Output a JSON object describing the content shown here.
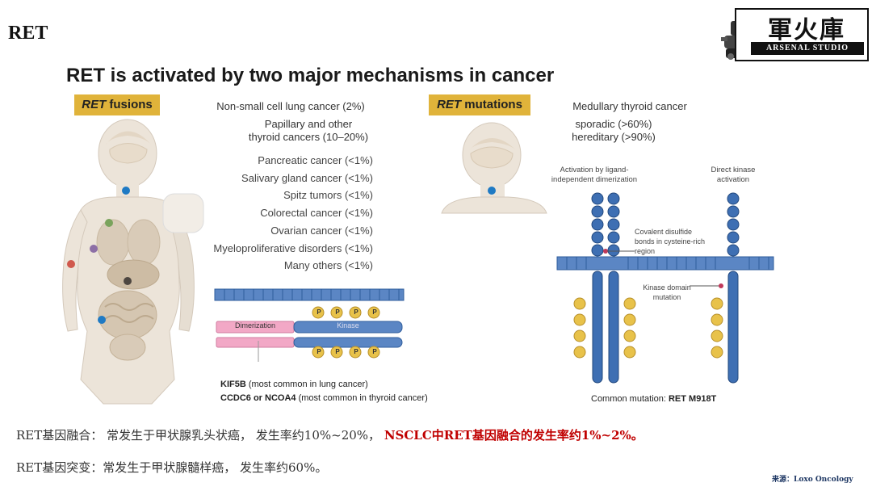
{
  "slide": {
    "title": "RET",
    "figure_title": "RET is activated by two major mechanisms in cancer",
    "logo": {
      "cjk": "軍火庫",
      "en": "ARSENAL STUDIO"
    },
    "source": "来源：Loxo Oncology"
  },
  "fusions": {
    "tag_italic": "RET",
    "tag_rest": " fusions",
    "nsclc": "Non-small cell lung cancer (2%)",
    "thyroid_line1": "Papillary and other",
    "thyroid_line2": "thyroid cancers (10–20%)",
    "list": [
      "Pancreatic cancer (<1%)",
      "Salivary gland cancer (<1%)",
      "Spitz tumors (<1%)",
      "Colorectal cancer (<1%)",
      "Ovarian cancer (<1%)",
      "Myeloproliferative disorders (<1%)",
      "Many others (<1%)"
    ],
    "dimerization": "Dimerization",
    "kinase": "Kinase",
    "phospho": "P",
    "partner1_bold": "KIF5B",
    "partner1_rest": " (most common in lung cancer)",
    "partner2_bold": "CCDC6 or NCOA4",
    "partner2_rest": " (most common in thyroid cancer)"
  },
  "mutations": {
    "tag_italic": "RET",
    "tag_rest": " mutations",
    "mtc": "Medullary thyroid cancer",
    "sporadic": "sporadic (>60%)",
    "hereditary": "hereditary (>90%)",
    "act_ligand_1": "Activation by ligand-",
    "act_ligand_2": "independent  dimerization",
    "direct_1": "Direct kinase",
    "direct_2": "activation",
    "disulfide_1": "Covalent disulfide",
    "disulfide_2": "bonds in cysteine-rich",
    "disulfide_3": "region",
    "kd_1": "Kinase domain",
    "kd_2": "mutation",
    "common_prefix": "Common mutation: ",
    "common_bold": "RET M918T"
  },
  "footer": {
    "line1_plain": "RET基因融合：  常发生于甲状腺乳头状癌，  发生率约10%~20%，  ",
    "line1_red": "NSCLC中RET基因融合的发生率约1%~2%。",
    "line2": "RET基因突变：常发生于甲状腺髓样癌，  发生率约60%。"
  },
  "colors": {
    "tag": "#e0b33a",
    "membrane": "#3e6fb3",
    "body": "#ece4d9",
    "organ": "#d9cbb8",
    "phospho": "#e8c24a",
    "pink": "#f2a8c6",
    "red_text": "#c00000"
  }
}
